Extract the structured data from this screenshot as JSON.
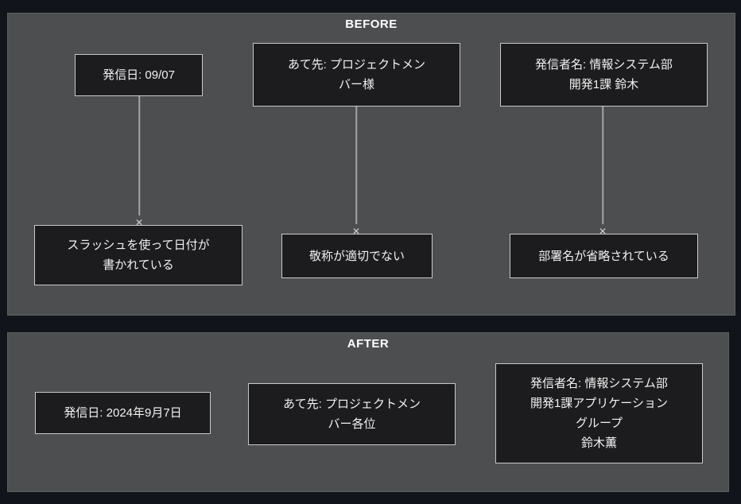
{
  "colors": {
    "bg": "#11151b",
    "panel": "#4c4e50",
    "panel_border": "#5c5f62",
    "node_bg": "#1c1c1e",
    "node_border": "#c9c9c9",
    "text": "#f1f1f1",
    "line": "#a3a3a3",
    "marker": "#d2d2d2"
  },
  "before": {
    "title": "BEFORE",
    "connector_marker": "✕",
    "nodes": [
      {
        "label": "発信日: 09/07"
      },
      {
        "label": "あて先: プロジェクトメン\nバー様"
      },
      {
        "label": "発信者名: 情報システム部\n開発1課 鈴木"
      }
    ],
    "issues": [
      {
        "label": "スラッシュを使って日付が\n書かれている"
      },
      {
        "label": "敬称が適切でない"
      },
      {
        "label": "部署名が省略されている"
      }
    ]
  },
  "after": {
    "title": "AFTER",
    "nodes": [
      {
        "label": "発信日: 2024年9月7日"
      },
      {
        "label": "あて先: プロジェクトメン\nバー各位"
      },
      {
        "label": "発信者名: 情報システム部\n開発1課アプリケーション\nグループ\n鈴木薫"
      }
    ]
  }
}
